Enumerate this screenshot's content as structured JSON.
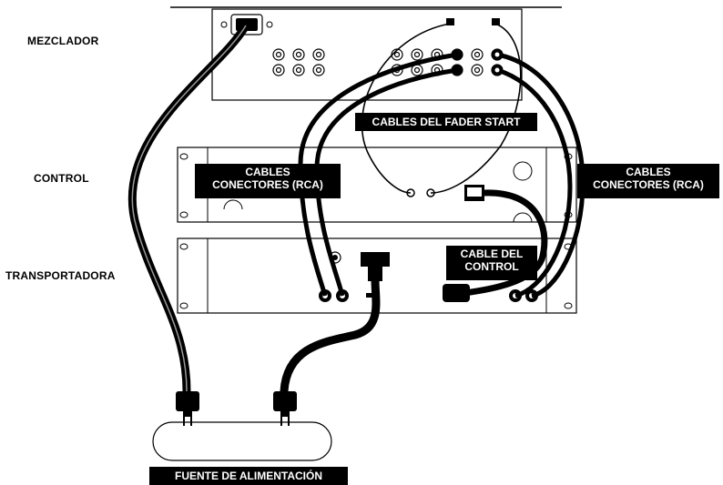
{
  "units": {
    "mixer": "MEZCLADOR",
    "control": "CONTROL",
    "transport": "TRANSPORTADORA"
  },
  "callouts": {
    "fader_start": "CABLES DEL FADER START",
    "rca_left_line1": "CABLES",
    "rca_left_line2": "CONECTORES (RCA)",
    "rca_right_line1": "CABLES",
    "rca_right_line2": "CONECTORES (RCA)",
    "control_cable_line1": "CABLE DEL",
    "control_cable_line2": "CONTROL",
    "power_supply": "FUENTE DE ALIMENTACIÓN"
  },
  "colors": {
    "line": "#000000",
    "background": "#ffffff"
  }
}
